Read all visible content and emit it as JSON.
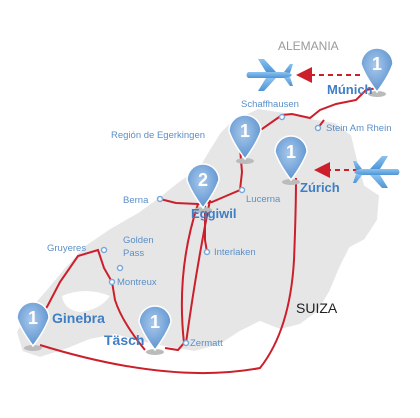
{
  "countries": {
    "germany": "ALEMANIA",
    "switzerland": "SUIZA"
  },
  "cities": {
    "schaffhausen": "Schaffhausen",
    "stein": "Stein Am Rhein",
    "egerkingen": "Región de Egerkingen",
    "lucerna": "Lucerna",
    "berna": "Berna",
    "interlaken": "Interlaken",
    "gruyeres": "Gruyeres",
    "golden": "Golden",
    "pass": "Pass",
    "montreux": "Montreux",
    "zermatt": "Zermatt"
  },
  "stops": {
    "munich": {
      "label": "Múnich",
      "nights": "1"
    },
    "zurich": {
      "label": "Zúrich",
      "nights": "1"
    },
    "egerkingen": {
      "nights": "1"
    },
    "eggiwil": {
      "label": "Eggiwil",
      "nights": "2"
    },
    "ginebra": {
      "label": "Ginebra",
      "nights": "1"
    },
    "tasch": {
      "label": "Täsch",
      "nights": "1"
    }
  },
  "icons": [
    "airplane-icon",
    "map-pin-icon"
  ],
  "colors": {
    "route": "#cc1f2b",
    "land": "#e6e6e6",
    "pin": "#7aa9d9",
    "label": "#3f7ec4",
    "country_germany": "#9a9a9a"
  }
}
